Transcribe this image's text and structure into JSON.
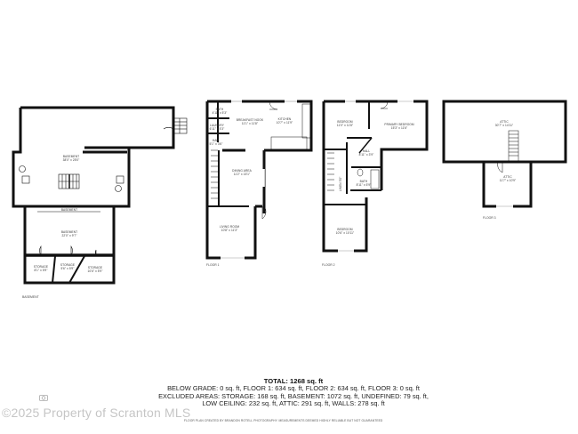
{
  "floor_plans": [
    {
      "label": "BASEMENT",
      "rooms": [
        {
          "name": "BASEMENT",
          "dims": "38'0\" x 25'0\""
        },
        {
          "name": "BASEMENT",
          "dims": ""
        },
        {
          "name": "BASEMENT",
          "dims": "22'0\" x 9'7\""
        },
        {
          "name": "STORAGE",
          "dims": "8'1\" x 5'9\""
        },
        {
          "name": "STORAGE",
          "dims": "5'6\" x 5'9\""
        },
        {
          "name": "STORAGE",
          "dims": "10'6\" x 5'9\""
        }
      ]
    },
    {
      "label": "FLOOR 1",
      "rooms": [
        {
          "name": "BATH",
          "dims": "4'11\" x 5'3\""
        },
        {
          "name": "BREAKFAST NOOK",
          "dims": "11'1\" x 11'8\""
        },
        {
          "name": "KITCHEN",
          "dims": "10'7\" x 11'9\""
        },
        {
          "name": "LAUNDRY",
          "dims": "6'11\" x 5'3\""
        },
        {
          "name": "HALL",
          "dims": "5'1\" x 3'6\""
        },
        {
          "name": "DINING AREA",
          "dims": "11'2\" x 15'1\""
        },
        {
          "name": "LIVING ROOM",
          "dims": "10'8\" x 11'3\""
        }
      ]
    },
    {
      "label": "FLOOR 2",
      "rooms": [
        {
          "name": "BEDROOM",
          "dims": "11'0\" x 11'8\""
        },
        {
          "name": "PRIMARY BEDROOM",
          "dims": "15'3\" x 11'6\""
        },
        {
          "name": "HALL",
          "dims": "8'11\" x 3'9\""
        },
        {
          "name": "LINEN",
          "dims": "3'0\""
        },
        {
          "name": "BATH",
          "dims": "8'11\" x 5'9\""
        },
        {
          "name": "BEDROOM",
          "dims": "10'6\" x 10'11\""
        }
      ]
    },
    {
      "label": "FLOOR 3",
      "rooms": [
        {
          "name": "ATTIC",
          "dims": "30'7\" x 14'11\""
        },
        {
          "name": "ATTIC",
          "dims": "11'7\" x 10'9\""
        }
      ]
    }
  ],
  "summary": {
    "total": "TOTAL: 1268 sq. ft",
    "line1": "BELOW GRADE: 0 sq. ft, FLOOR 1: 634 sq. ft, FLOOR 2: 634 sq. ft, FLOOR 3: 0 sq. ft",
    "line2": "EXCLUDED AREAS: STORAGE: 168 sq. ft, BASEMENT: 1072 sq. ft, UNDEFINED: 79 sq. ft,",
    "line3": "LOW CEILING: 232 sq. ft, ATTIC: 291 sq. ft, WALLS: 278 sq. ft"
  },
  "credit": "FLOOR PLAN CREATED BY BRANDON ROTELL PHOTOGRAPHY. MEASUREMENTS DEEMED HIGHLY RELIABLE BUT NOT GUARANTEED",
  "watermark": "©2025 Property of Scranton MLS",
  "colors": {
    "wall": "#111111",
    "background": "#ffffff",
    "text": "#222222",
    "watermark": "#9a9a9a"
  }
}
